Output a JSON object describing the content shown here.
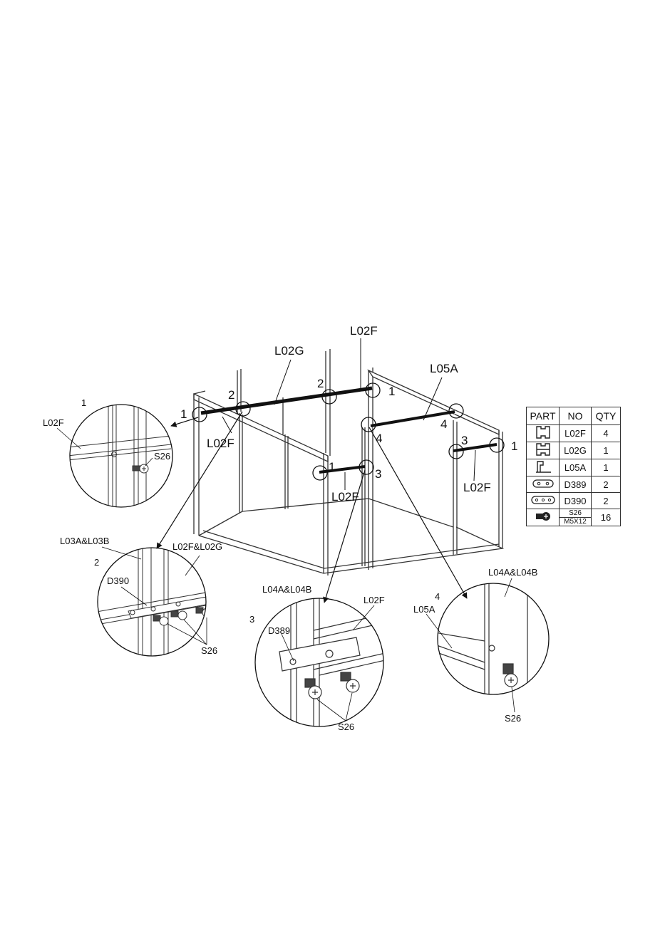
{
  "labels": {
    "top_l02f": "L02F",
    "top_l02g": "L02G",
    "top_l05a": "L05A",
    "front_l02f": "L02F",
    "mid_l02f": "L02F",
    "right_l02f": "L02F",
    "n1_left": "1",
    "n2_left": "2",
    "n2_mid": "2",
    "n1_top": "1",
    "n4_right": "4",
    "n4_post": "4",
    "n3_right": "3",
    "n1_right": "1",
    "n1_front": "1",
    "n3_front": "3"
  },
  "details": {
    "d1": {
      "num": "1",
      "part": "L02F",
      "screw": "S26"
    },
    "d2": {
      "num": "2",
      "post": "L03A&L03B",
      "bar": "L02F&L02G",
      "plate": "D390",
      "screw": "S26"
    },
    "d3": {
      "num": "3",
      "post": "L04A&L04B",
      "bar": "L02F",
      "plate": "D389",
      "screw": "S26"
    },
    "d4": {
      "num": "4",
      "post": "L04A&L04B",
      "bar": "L05A",
      "screw": "S26"
    }
  },
  "parts_table": {
    "headers": [
      "PART",
      "NO",
      "QTY"
    ],
    "rows": [
      {
        "icon": "bar-profile-f-icon",
        "no": "L02F",
        "qty": "4"
      },
      {
        "icon": "bar-profile-g-icon",
        "no": "L02G",
        "qty": "1"
      },
      {
        "icon": "angle-profile-icon",
        "no": "L05A",
        "qty": "1"
      },
      {
        "icon": "two-hole-plate-icon",
        "no": "D389",
        "qty": "2"
      },
      {
        "icon": "three-hole-plate-icon",
        "no": "D390",
        "qty": "2"
      },
      {
        "icon": "screw-icon",
        "no": "S26",
        "no2": "M5X12",
        "qty": "16"
      }
    ]
  }
}
